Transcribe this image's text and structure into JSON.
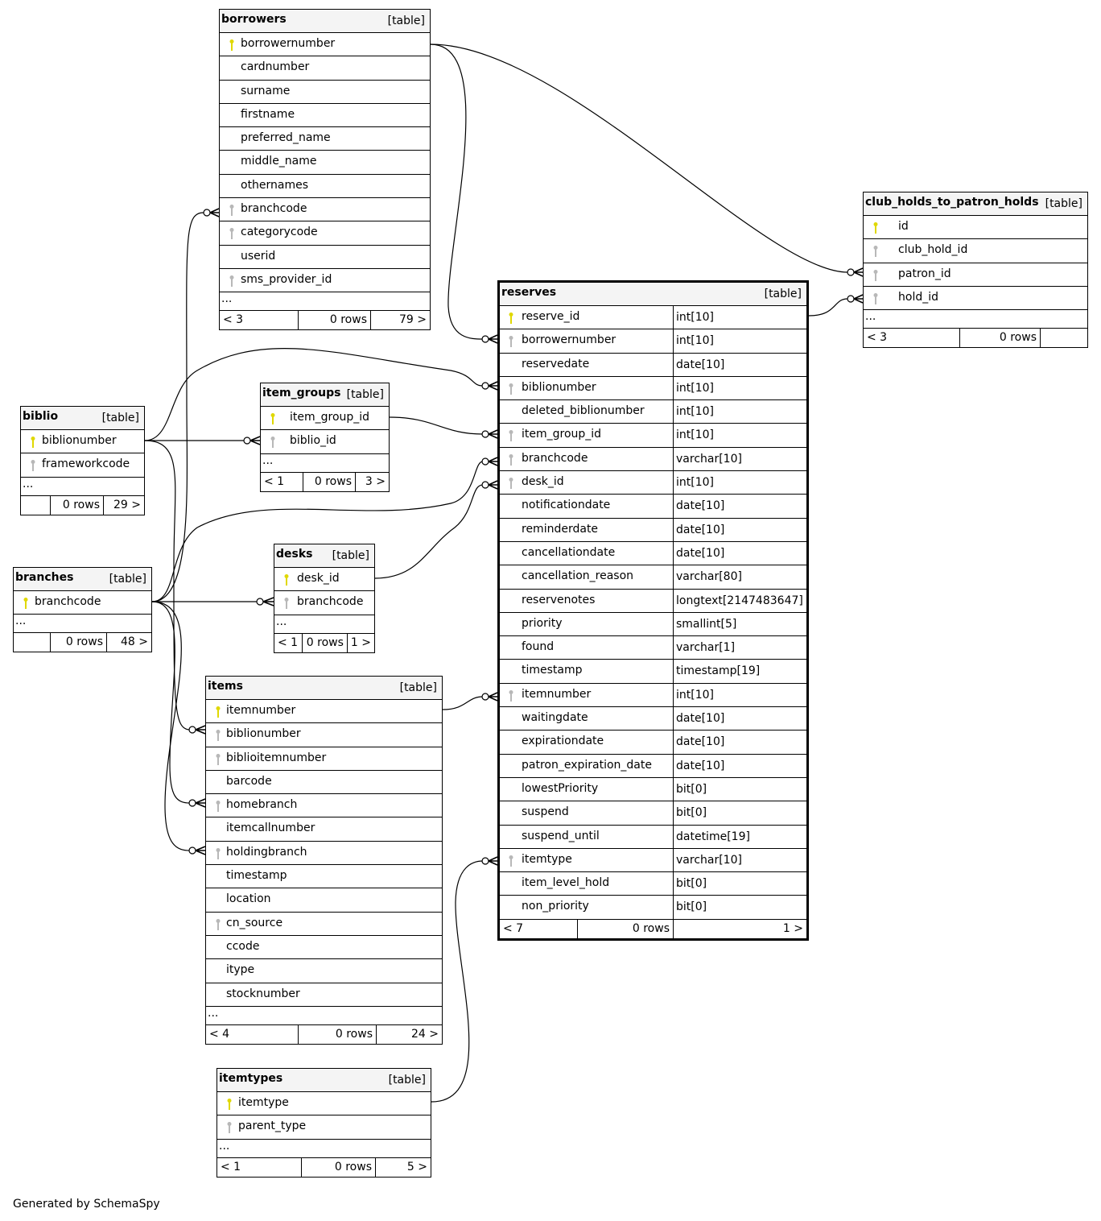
{
  "footer_text": "Generated by SchemaSpy",
  "colors": {
    "primary_key": "#e0d800",
    "foreign_key": "#b8b8b8",
    "header_bg": "#f4f4f4"
  },
  "tables": [
    {
      "id": "borrowers",
      "name": "borrowers",
      "label": "[table]",
      "rows": [
        {
          "name": "borrowernumber",
          "key": "pk"
        },
        {
          "name": "cardnumber",
          "key": ""
        },
        {
          "name": "surname",
          "key": ""
        },
        {
          "name": "firstname",
          "key": ""
        },
        {
          "name": "preferred_name",
          "key": ""
        },
        {
          "name": "middle_name",
          "key": ""
        },
        {
          "name": "othernames",
          "key": ""
        },
        {
          "name": "branchcode",
          "key": "fk"
        },
        {
          "name": "categorycode",
          "key": "fk"
        },
        {
          "name": "userid",
          "key": ""
        },
        {
          "name": "sms_provider_id",
          "key": "fk"
        }
      ],
      "ellipsis": "...",
      "footer": [
        "< 3",
        "0 rows",
        "79 >"
      ]
    },
    {
      "id": "club",
      "name": "club_holds_to_patron_holds",
      "label": "[table]",
      "rows": [
        {
          "name": "id",
          "key": "pk"
        },
        {
          "name": "club_hold_id",
          "key": "fk"
        },
        {
          "name": "patron_id",
          "key": "fk"
        },
        {
          "name": "hold_id",
          "key": "fk"
        }
      ],
      "ellipsis": "...",
      "footer": [
        "< 3",
        "0 rows",
        ""
      ]
    },
    {
      "id": "reserves",
      "name": "reserves",
      "label": "[table]",
      "rows": [
        {
          "name": "reserve_id",
          "key": "pk",
          "type": "int[10]"
        },
        {
          "name": "borrowernumber",
          "key": "fk",
          "type": "int[10]"
        },
        {
          "name": "reservedate",
          "key": "",
          "type": "date[10]"
        },
        {
          "name": "biblionumber",
          "key": "fk",
          "type": "int[10]"
        },
        {
          "name": "deleted_biblionumber",
          "key": "",
          "type": "int[10]"
        },
        {
          "name": "item_group_id",
          "key": "fk",
          "type": "int[10]"
        },
        {
          "name": "branchcode",
          "key": "fk",
          "type": "varchar[10]"
        },
        {
          "name": "desk_id",
          "key": "fk",
          "type": "int[10]"
        },
        {
          "name": "notificationdate",
          "key": "",
          "type": "date[10]"
        },
        {
          "name": "reminderdate",
          "key": "",
          "type": "date[10]"
        },
        {
          "name": "cancellationdate",
          "key": "",
          "type": "date[10]"
        },
        {
          "name": "cancellation_reason",
          "key": "",
          "type": "varchar[80]"
        },
        {
          "name": "reservenotes",
          "key": "",
          "type": "longtext[2147483647]"
        },
        {
          "name": "priority",
          "key": "",
          "type": "smallint[5]"
        },
        {
          "name": "found",
          "key": "",
          "type": "varchar[1]"
        },
        {
          "name": "timestamp",
          "key": "",
          "type": "timestamp[19]"
        },
        {
          "name": "itemnumber",
          "key": "fk",
          "type": "int[10]"
        },
        {
          "name": "waitingdate",
          "key": "",
          "type": "date[10]"
        },
        {
          "name": "expirationdate",
          "key": "",
          "type": "date[10]"
        },
        {
          "name": "patron_expiration_date",
          "key": "",
          "type": "date[10]"
        },
        {
          "name": "lowestPriority",
          "key": "",
          "type": "bit[0]"
        },
        {
          "name": "suspend",
          "key": "",
          "type": "bit[0]"
        },
        {
          "name": "suspend_until",
          "key": "",
          "type": "datetime[19]"
        },
        {
          "name": "itemtype",
          "key": "fk",
          "type": "varchar[10]"
        },
        {
          "name": "item_level_hold",
          "key": "",
          "type": "bit[0]"
        },
        {
          "name": "non_priority",
          "key": "",
          "type": "bit[0]"
        }
      ],
      "footer": [
        "< 7",
        "0 rows",
        "1 >"
      ]
    },
    {
      "id": "biblio",
      "name": "biblio",
      "label": "[table]",
      "rows": [
        {
          "name": "biblionumber",
          "key": "pk"
        },
        {
          "name": "frameworkcode",
          "key": "fk"
        }
      ],
      "ellipsis": "...",
      "footer": [
        "",
        "0 rows",
        "29 >"
      ]
    },
    {
      "id": "item_groups",
      "name": "item_groups",
      "label": "[table]",
      "rows": [
        {
          "name": "item_group_id",
          "key": "pk"
        },
        {
          "name": "biblio_id",
          "key": "fk"
        }
      ],
      "ellipsis": "...",
      "footer": [
        "< 1",
        "0 rows",
        "3 >"
      ]
    },
    {
      "id": "branches",
      "name": "branches",
      "label": "[table]",
      "rows": [
        {
          "name": "branchcode",
          "key": "pk"
        }
      ],
      "ellipsis": "...",
      "footer": [
        "",
        "0 rows",
        "48 >"
      ]
    },
    {
      "id": "desks",
      "name": "desks",
      "label": "[table]",
      "rows": [
        {
          "name": "desk_id",
          "key": "pk"
        },
        {
          "name": "branchcode",
          "key": "fk"
        }
      ],
      "ellipsis": "...",
      "footer": [
        "< 1",
        "0 rows",
        "1 >"
      ]
    },
    {
      "id": "items",
      "name": "items",
      "label": "[table]",
      "rows": [
        {
          "name": "itemnumber",
          "key": "pk"
        },
        {
          "name": "biblionumber",
          "key": "fk"
        },
        {
          "name": "biblioitemnumber",
          "key": "fk"
        },
        {
          "name": "barcode",
          "key": ""
        },
        {
          "name": "homebranch",
          "key": "fk"
        },
        {
          "name": "itemcallnumber",
          "key": ""
        },
        {
          "name": "holdingbranch",
          "key": "fk"
        },
        {
          "name": "timestamp",
          "key": ""
        },
        {
          "name": "location",
          "key": ""
        },
        {
          "name": "cn_source",
          "key": "fk"
        },
        {
          "name": "ccode",
          "key": ""
        },
        {
          "name": "itype",
          "key": ""
        },
        {
          "name": "stocknumber",
          "key": ""
        }
      ],
      "ellipsis": "...",
      "footer": [
        "< 4",
        "0 rows",
        "24 >"
      ]
    },
    {
      "id": "itemtypes",
      "name": "itemtypes",
      "label": "[table]",
      "rows": [
        {
          "name": "itemtype",
          "key": "pk"
        },
        {
          "name": "parent_type",
          "key": "fk"
        }
      ],
      "ellipsis": "...",
      "footer": [
        "< 1",
        "0 rows",
        "5 >"
      ]
    }
  ]
}
